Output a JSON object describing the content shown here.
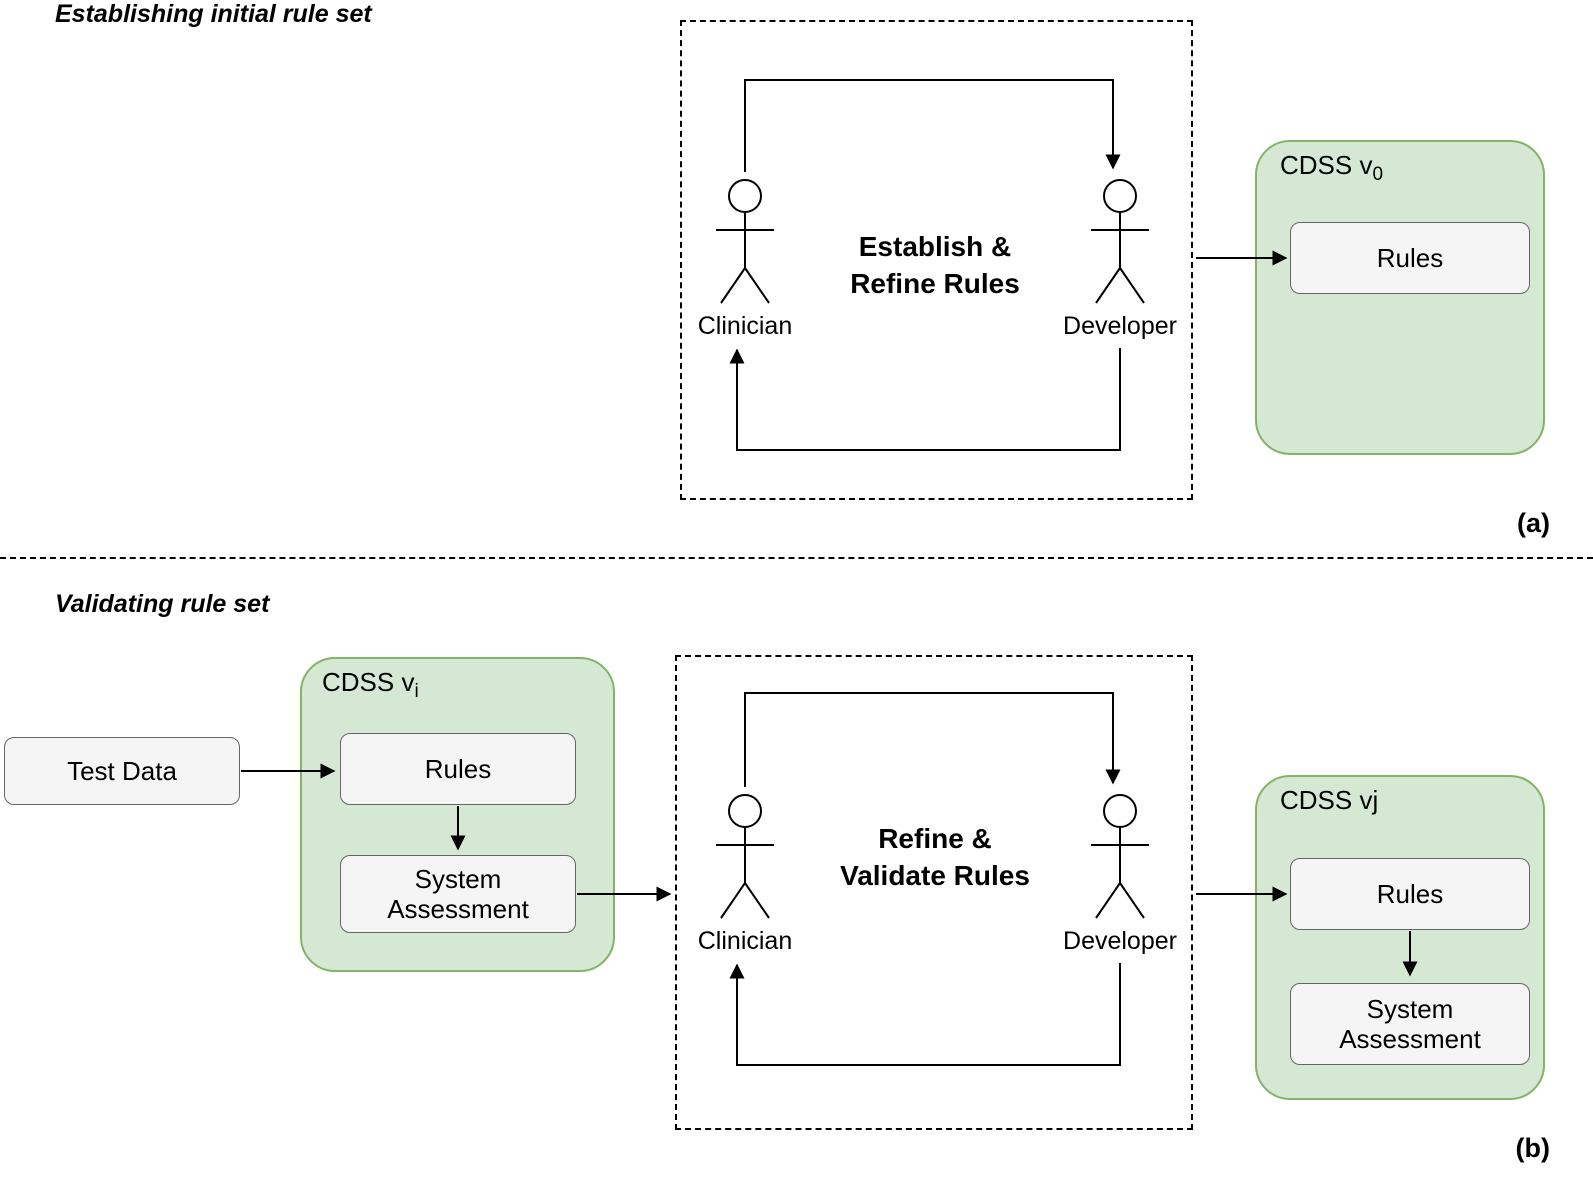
{
  "colors": {
    "green_fill": "#d5e8d4",
    "green_border": "#82b366",
    "gray_fill": "#f5f5f5",
    "gray_border": "#666666",
    "line": "#000000"
  },
  "section_a": {
    "title": "Establishing initial rule set",
    "loop": {
      "clinician_label": "Clinician",
      "developer_label": "Developer",
      "center_text_line1": "Establish &",
      "center_text_line2": "Refine Rules"
    },
    "cdss": {
      "title_base": "CDSS v",
      "title_sub": "0",
      "rules_label": "Rules"
    },
    "panel_label": "(a)"
  },
  "section_b": {
    "title": "Validating rule set",
    "test_data_label": "Test Data",
    "cdss_input": {
      "title_base": "CDSS v",
      "title_sub": "i",
      "rules_label": "Rules",
      "assessment_label": "System Assessment"
    },
    "loop": {
      "clinician_label": "Clinician",
      "developer_label": "Developer",
      "center_text_line1": "Refine &",
      "center_text_line2": "Validate Rules"
    },
    "cdss_output": {
      "title_base": "CDSS vj",
      "title_sub": "",
      "rules_label": "Rules",
      "assessment_label": "System Assessment"
    },
    "panel_label": "(b)"
  }
}
